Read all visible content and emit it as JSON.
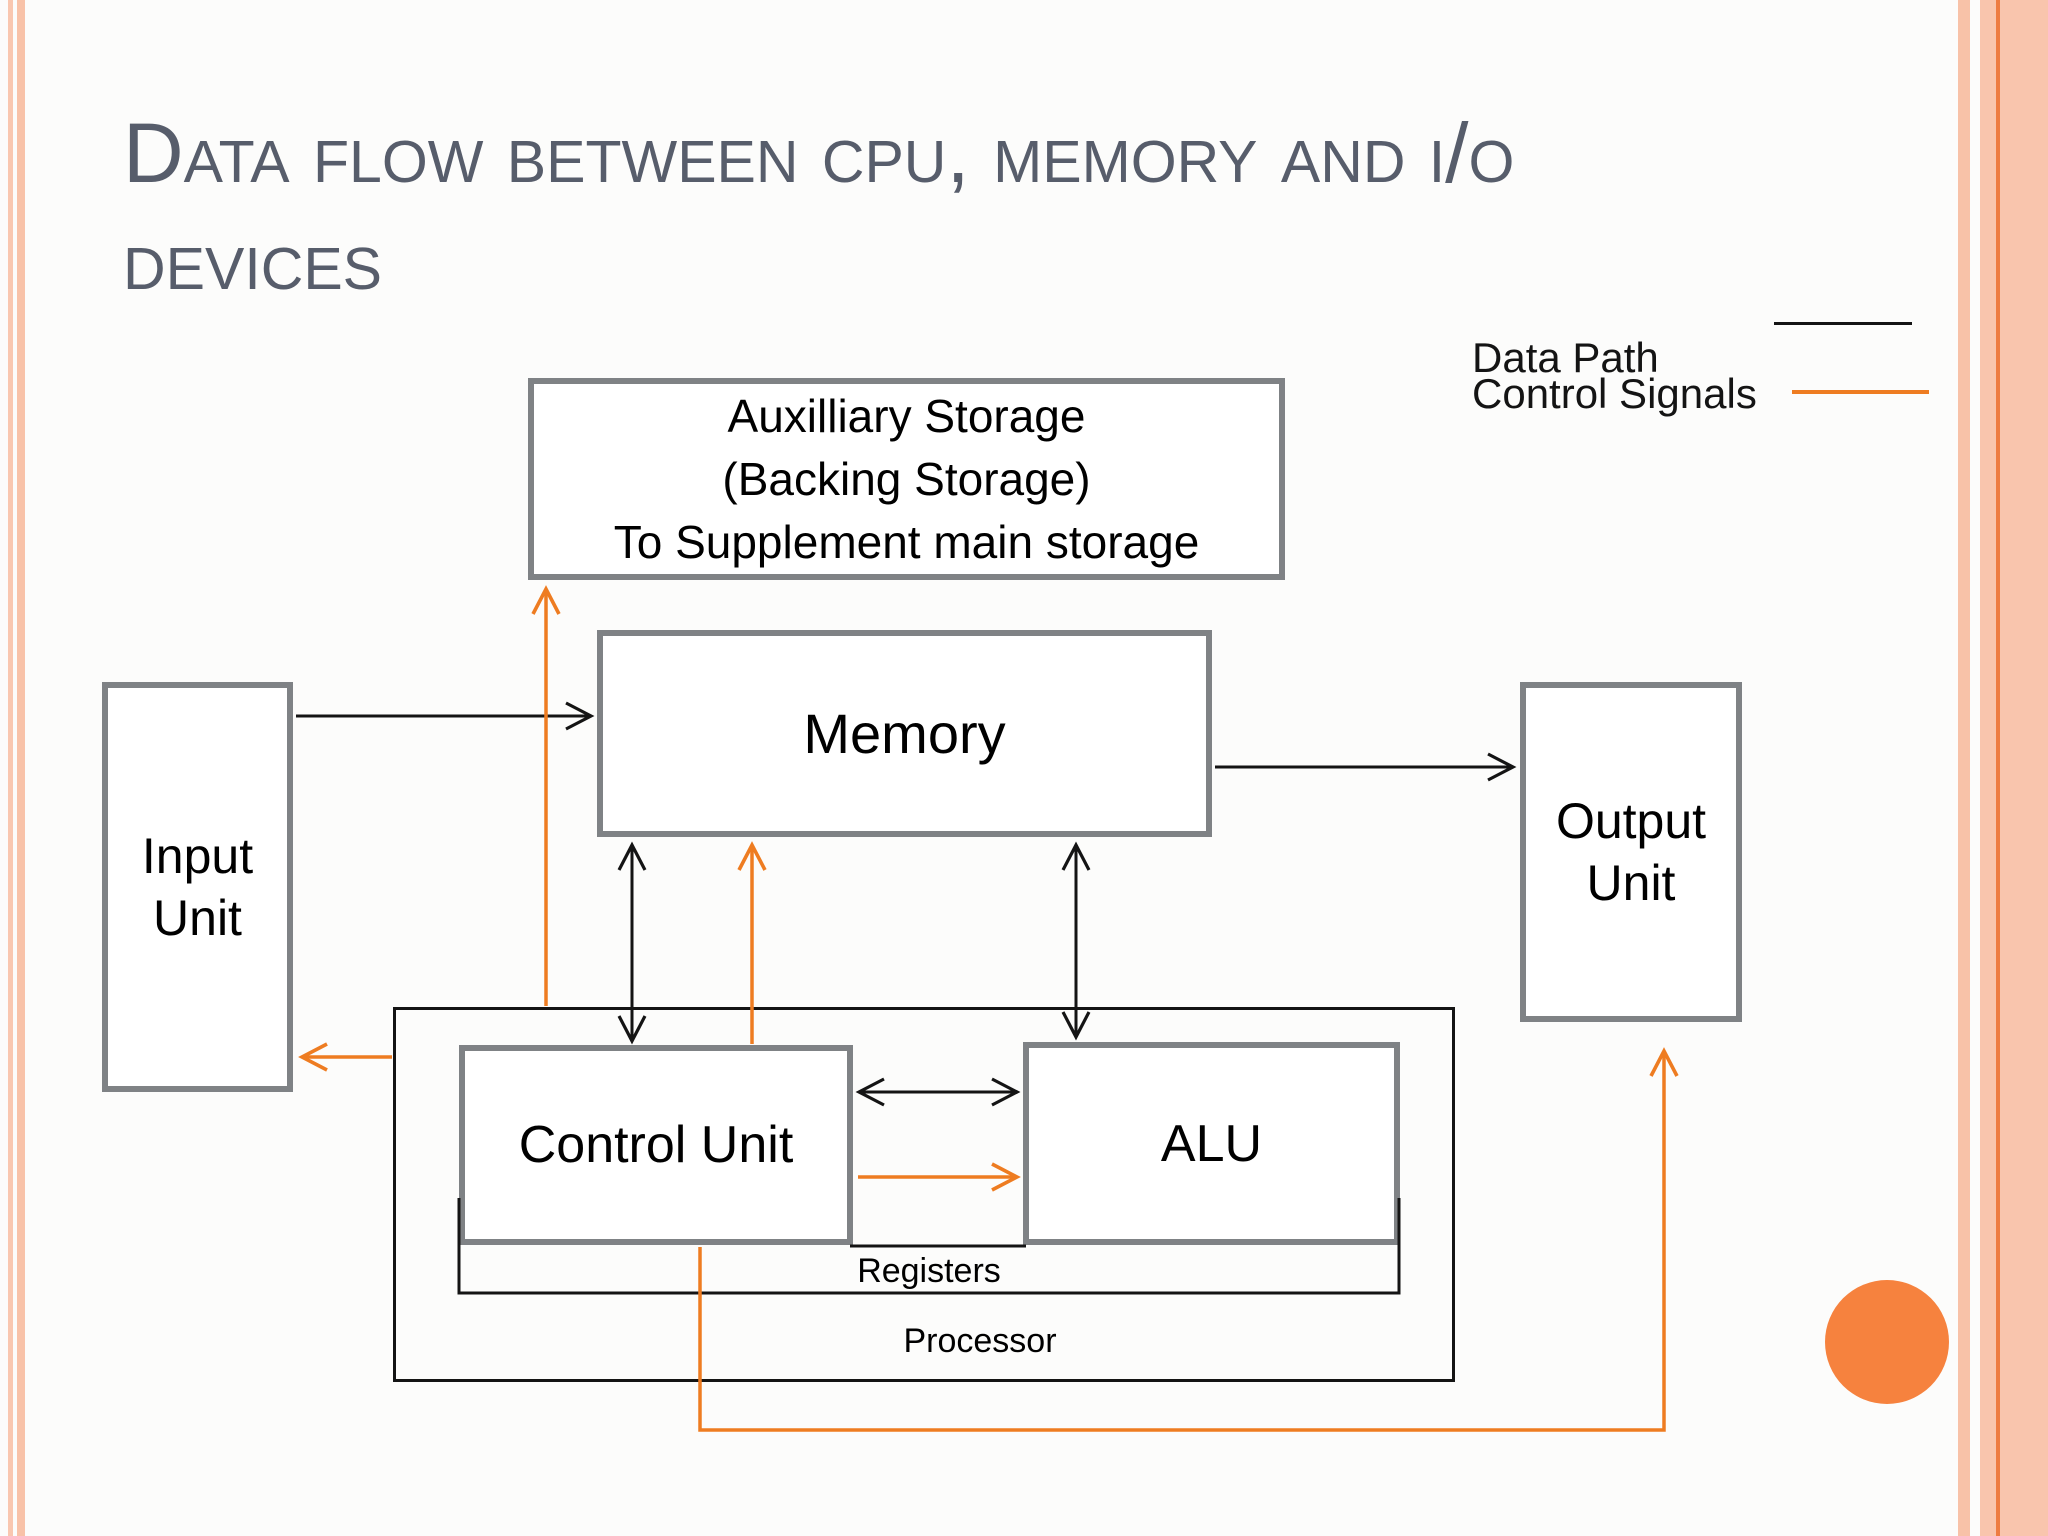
{
  "slide": {
    "title_lines": [
      "Data flow between cpu, memory and i/o",
      "devices"
    ]
  },
  "legend": {
    "data_path": "Data Path",
    "control_signals": "Control Signals"
  },
  "diagram": {
    "aux_storage_lines": [
      "Auxilliary Storage",
      "(Backing Storage)",
      "To Supplement main storage"
    ],
    "memory": "Memory",
    "input_unit_lines": [
      "Input",
      "Unit"
    ],
    "output_unit_lines": [
      "Output",
      "Unit"
    ],
    "control_unit": "Control Unit",
    "alu": "ALU",
    "registers": "Registers",
    "processor": "Processor"
  },
  "colors": {
    "title_text": "#575d6b",
    "box_border_gray": "#7f8285",
    "data_path_line": "#141414",
    "control_signal_line": "#ee7c21",
    "accent_circle": "#f6823e",
    "border_stripe": "#f9c5ad",
    "border_stripe_accent": "#ee7c42",
    "background": "#fcfcfb"
  }
}
